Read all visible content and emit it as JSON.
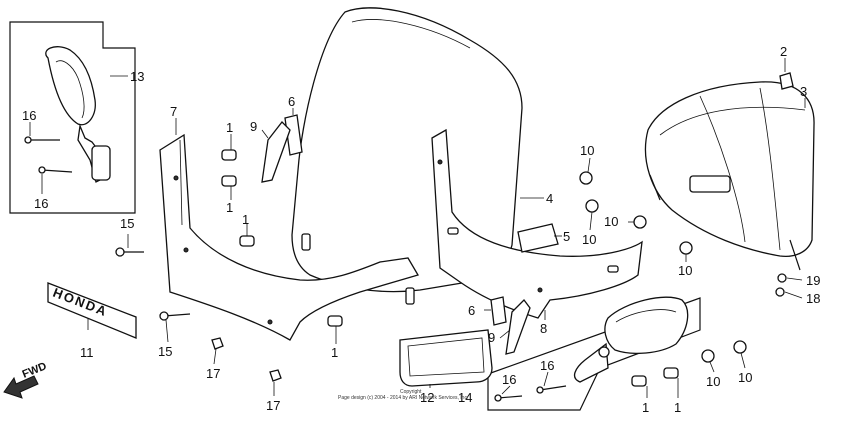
{
  "callouts": {
    "c1a": "1",
    "c1b": "1",
    "c1c": "1",
    "c1d": "1",
    "c1e": "1",
    "c1f": "1",
    "c2": "2",
    "c3": "3",
    "c4": "4",
    "c5": "5",
    "c6a": "6",
    "c6b": "6",
    "c7": "7",
    "c8": "8",
    "c9a": "9",
    "c9b": "9",
    "c10a": "10",
    "c10b": "10",
    "c10c": "10",
    "c10d": "10",
    "c10e": "10",
    "c10f": "10",
    "c11": "11",
    "c12": "12",
    "c13": "13",
    "c14": "14",
    "c15a": "15",
    "c15b": "15",
    "c16a": "16",
    "c16b": "16",
    "c16c": "16",
    "c16d": "16",
    "c17a": "17",
    "c17b": "17",
    "c18": "18",
    "c19": "19"
  },
  "emblem_text": "HONDA",
  "direction_label": "FWD",
  "copyright_line1": "Copyright",
  "copyright_line2": "Page design (c) 2004 - 2014 by ARI Network Services, Inc."
}
